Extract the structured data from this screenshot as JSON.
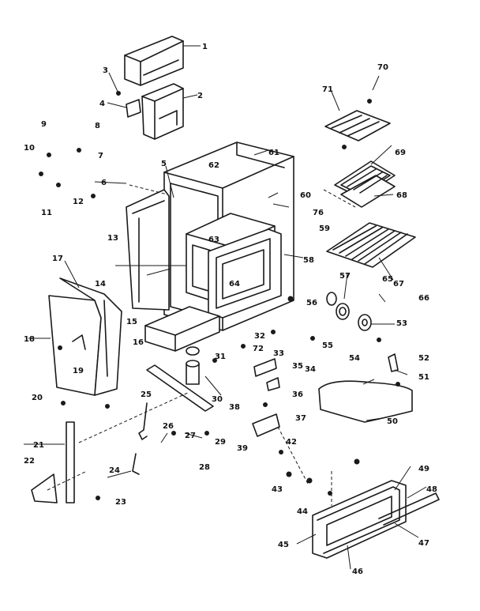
{
  "diagram": {
    "callouts": [
      "1",
      "2",
      "3",
      "4",
      "5",
      "6",
      "7",
      "8",
      "9",
      "10",
      "11",
      "12",
      "13",
      "14",
      "15",
      "16",
      "17",
      "18",
      "19",
      "20",
      "21",
      "22",
      "23",
      "24",
      "25",
      "26",
      "27",
      "28",
      "29",
      "30",
      "31",
      "32",
      "33",
      "34",
      "35",
      "36",
      "37",
      "38",
      "39",
      "42",
      "43",
      "44",
      "45",
      "46",
      "47",
      "48",
      "49",
      "50",
      "51",
      "52",
      "53",
      "54",
      "55",
      "56",
      "57",
      "58",
      "59",
      "60",
      "61",
      "62",
      "63",
      "64",
      "65",
      "66",
      "67",
      "68",
      "69",
      "70",
      "71",
      "72",
      "76"
    ]
  }
}
